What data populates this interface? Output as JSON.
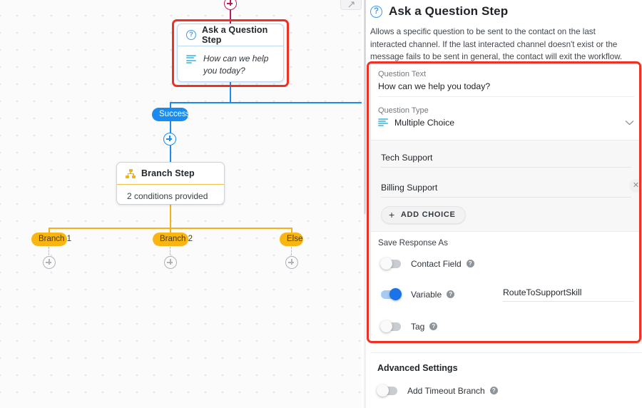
{
  "canvas": {
    "collapse_icon": "chevron-collapse",
    "top_add_icon": "plus-circle",
    "nodes": [
      {
        "id": "ask-question",
        "icon": "question-circle-icon",
        "title": "Ask a Question Step",
        "body_icon": "list-icon",
        "body_text": "How can we help you today?",
        "selected": true
      },
      {
        "id": "branch",
        "icon": "hierarchy-icon",
        "title": "Branch Step",
        "body_text": "2 conditions provided",
        "selected": false
      }
    ],
    "success_label": "Success",
    "branch_labels": [
      "Branch 1",
      "Branch 2",
      "Else"
    ],
    "colors": {
      "connector_blue": "#1a8cf0",
      "connector_yellow": "#f5b016",
      "highlight_red": "#ee3124",
      "add_crimson": "#c2185b"
    }
  },
  "panel": {
    "icon": "question-circle-icon",
    "title": "Ask a Question Step",
    "description": "Allows a specific question to be sent to the contact on the last interacted channel. If the last interacted channel doesn't exist or the message fails to be sent in general, the contact will exit the workflow.",
    "question_text": {
      "label": "Question Text",
      "value": "How can we help you today?"
    },
    "question_type": {
      "label": "Question Type",
      "value": "Multiple Choice",
      "icon": "list-icon",
      "caret": "chevron-down-icon"
    },
    "choices": [
      {
        "text": "Tech Support",
        "removable": false
      },
      {
        "text": "Billing Support",
        "removable": true,
        "remove_icon": "close-icon"
      }
    ],
    "add_choice_label": "ADD CHOICE",
    "add_choice_icon": "plus-icon",
    "save_response": {
      "label": "Save Response As",
      "toggles": [
        {
          "label": "Contact Field",
          "on": false,
          "help_icon": "help-icon",
          "value": ""
        },
        {
          "label": "Variable",
          "on": true,
          "help_icon": "help-icon",
          "value": "RouteToSupportSkill"
        },
        {
          "label": "Tag",
          "on": false,
          "help_icon": "help-icon",
          "value": ""
        }
      ]
    },
    "advanced": {
      "title": "Advanced Settings",
      "toggles": [
        {
          "label": "Add Timeout Branch",
          "on": false,
          "help_icon": "help-icon"
        }
      ]
    }
  }
}
